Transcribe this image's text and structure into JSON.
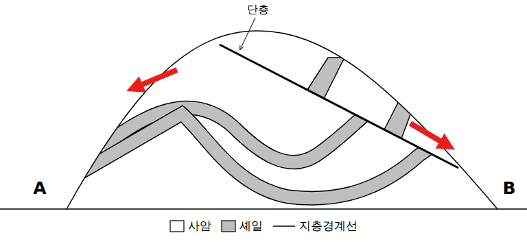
{
  "diagram": {
    "labels": [
      "단층",
      "A",
      "B"
    ],
    "legend": [
      {
        "text": "사암",
        "color": "#ffffff"
      },
      {
        "text": "셰일",
        "color": "#bfbfbf"
      },
      {
        "text": "지층경계선"
      }
    ]
  }
}
